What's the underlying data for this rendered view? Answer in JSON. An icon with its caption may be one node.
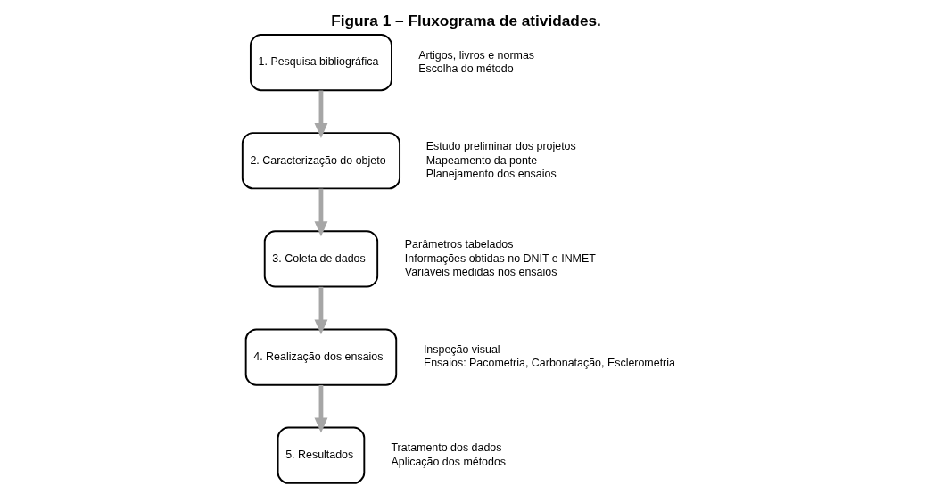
{
  "diagram": {
    "title": "Figura 1 – Fluxograma de atividades.",
    "nodes": [
      {
        "text": [
          "1. Pesquisa bibliográfica"
        ],
        "beside": [
          "Artigos, livros e normas",
          "Escolha do método"
        ]
      },
      {
        "text": [
          "2. Caracterização do objeto"
        ],
        "beside": [
          "Estudo preliminar dos projetos",
          "Mapeamento da ponte",
          "Planejamento dos ensaios"
        ]
      },
      {
        "text": [
          "3. Coleta de dados"
        ],
        "beside": [
          "Parâmetros tabelados",
          "Informações obtidas no DNIT e INMET",
          "Variáveis medidas nos ensaios"
        ]
      },
      {
        "text": [
          "4. Realização dos ensaios"
        ],
        "beside": [
          "Inspeção visual",
          "Ensaios: Pacometria, Carbonatação, Esclerometria"
        ]
      },
      {
        "text": [
          "5. Resultados"
        ],
        "beside": [
          "Tratamento dos dados",
          "Aplicação dos métodos"
        ]
      }
    ],
    "edges": [
      {
        "from": 0,
        "to": 1,
        "arrow": "to"
      },
      {
        "from": 1,
        "to": 2,
        "arrow": "to"
      },
      {
        "from": 2,
        "to": 3,
        "arrow": "to"
      },
      {
        "from": 3,
        "to": 4,
        "arrow": "to"
      }
    ]
  }
}
